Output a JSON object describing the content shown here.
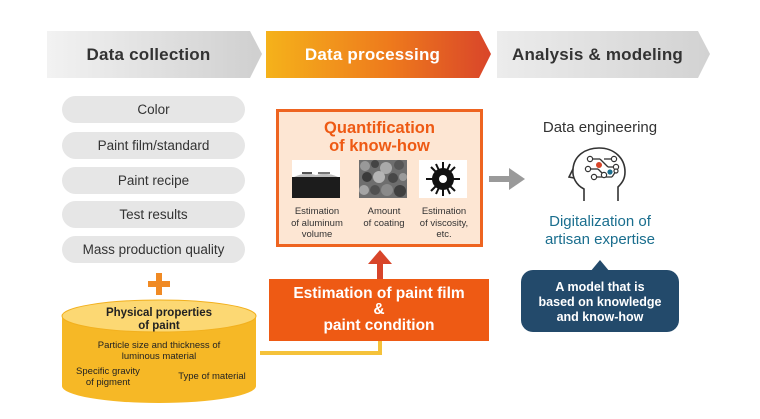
{
  "stages": {
    "collection": "Data collection",
    "processing": "Data processing",
    "analysis": "Analysis & modeling"
  },
  "data_items": [
    "Color",
    "Paint film/standard",
    "Paint recipe",
    "Test results",
    "Mass production quality"
  ],
  "physical": {
    "title": "Physical properties\nof paint",
    "item1": "Particle size and thickness of\nluminous material",
    "item2": "Specific gravity\nof pigment",
    "item3": "Type of material"
  },
  "quant": {
    "title": "Quantification\nof know-how",
    "items": [
      {
        "caption": "Estimation\nof aluminum\nvolume",
        "icon": "aluminum-volume-image"
      },
      {
        "caption": "Amount\nof coating",
        "icon": "coating-texture-image"
      },
      {
        "caption": "Estimation\nof viscosity,\netc.",
        "icon": "viscosity-splash-image"
      }
    ]
  },
  "estimation": {
    "line1": "Estimation of paint film",
    "line2": "&",
    "line3": "paint condition"
  },
  "analysis": {
    "engineering": "Data engineering",
    "digitalization": "Digitalization of\nartisan expertise",
    "model": "A model that is\nbased on knowledge\nand know-how",
    "icon": "brain-head-icon"
  },
  "colors": {
    "orange": "#ee5a14",
    "light_orange": "#fde6d3",
    "yellow": "#f5b51c",
    "teal": "#1a6e8e",
    "navy": "#234a6b",
    "gray_chevron": "#dcdcdc"
  }
}
